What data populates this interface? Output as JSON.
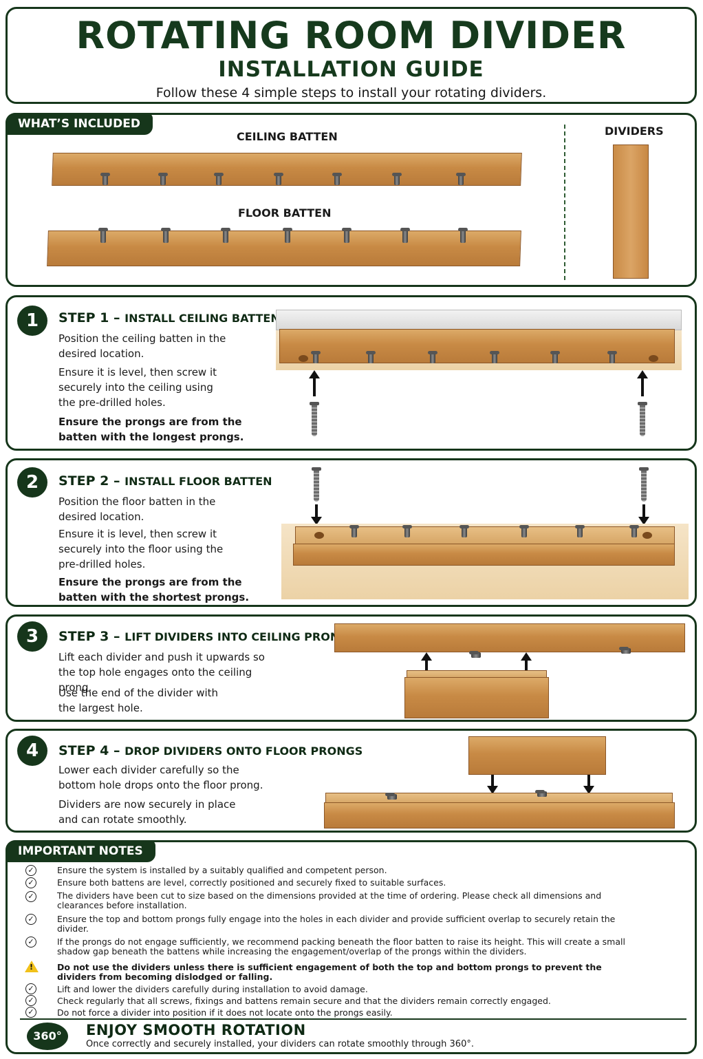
{
  "header": {
    "title": "ROTATING ROOM DIVIDER",
    "subtitle": "INSTALLATION GUIDE",
    "intro": "Follow these 4 simple steps to install your rotating dividers."
  },
  "included": {
    "tag": "WHAT’S INCLUDED",
    "ceiling_label": "CEILING BATTEN",
    "floor_label": "FLOOR BATTEN",
    "dividers_label": "DIVIDERS"
  },
  "steps": [
    {
      "number": "1",
      "title": "STEP 1 – ",
      "subtitle": "INSTALL CEILING BATTEN",
      "p1": "Position the ceiling batten in the desired location.",
      "p2": "Ensure it is level, then screw it securely into the ceiling using the pre-drilled holes.",
      "p3": "Ensure the prongs are from the batten with the longest prongs."
    },
    {
      "number": "2",
      "title": "STEP 2 – ",
      "subtitle": "INSTALL FLOOR BATTEN",
      "p1": "Position the floor batten in the desired location.",
      "p2": "Ensure it is level, then screw it securely into the floor using the pre-drilled holes.",
      "p3": "Ensure the prongs are from the batten with the shortest prongs."
    },
    {
      "number": "3",
      "title": "STEP 3 – ",
      "subtitle": "LIFT DIVIDERS INTO CEILING PRONGS",
      "p1": "Lift each divider and push it upwards so the top hole engages onto the ceiling prong.",
      "p2": "Use the end of the divider with the largest hole."
    },
    {
      "number": "4",
      "title": "STEP 4 – ",
      "subtitle": "DROP DIVIDERS ONTO FLOOR PRONGS",
      "p1": "Lower each divider carefully so the bottom hole drops onto the floor prong.",
      "p2": "Dividers are now securely in place and can rotate smoothly."
    }
  ],
  "notes": {
    "tag": "IMPORTANT NOTES",
    "items": [
      "Ensure the system is installed by a suitably qualified and competent person.",
      "Ensure both battens are level, correctly positioned and securely fixed to suitable surfaces.",
      "The dividers have been cut to size based on the dimensions provided at the time of ordering. Please check all dimensions and clearances before installation.",
      "Ensure the top and bottom prongs fully engage into the holes in each divider and provide sufficient overlap to securely retain the divider.",
      "If the prongs do not engage sufficiently, we recommend packing beneath the floor batten to raise its height. This will create a small shadow gap beneath the battens while increasing the engagement/overlap of the prongs within the dividers.",
      "Do not use the dividers unless there is sufficient engagement of both the top and bottom prongs to prevent the dividers from becoming dislodged or falling.",
      "Lift and lower the dividers carefully during installation to avoid damage.",
      "Check regularly that all screws, fixings and battens remain secure and that the dividers remain correctly engaged.",
      "Do not force a divider into position if it does not locate onto the prongs easily."
    ],
    "badge": "360°",
    "enjoy_title": "ENJOY SMOOTH ROTATION",
    "enjoy_text": "Once correctly and securely installed, your dividers can rotate smoothly through 360°."
  }
}
